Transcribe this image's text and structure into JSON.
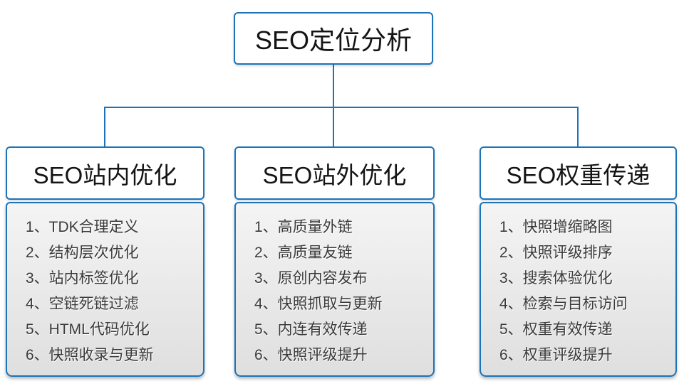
{
  "colors": {
    "accent": "#1b73b9",
    "panel_gradient_top": "#f4f4f4",
    "panel_gradient_bottom": "#dfdfdf",
    "item_text": "#3a3a3a",
    "heading_text": "#141414"
  },
  "root": {
    "title": "SEO定位分析"
  },
  "branches": [
    {
      "title": "SEO站内优化",
      "items": [
        "1、TDK合理定义",
        "2、结构层次优化",
        "3、站内标签优化",
        "4、空链死链过滤",
        "5、HTML代码优化",
        "6、快照收录与更新"
      ]
    },
    {
      "title": "SEO站外优化",
      "items": [
        "1、高质量外链",
        "2、高质量友链",
        "3、原创内容发布",
        "4、快照抓取与更新",
        "5、内连有效传递",
        "6、快照评级提升"
      ]
    },
    {
      "title": "SEO权重传递",
      "items": [
        "1、快照增缩略图",
        "2、快照评级排序",
        "3、搜索体验优化",
        "4、检索与目标访问",
        "5、权重有效传递",
        "6、权重评级提升"
      ]
    }
  ]
}
